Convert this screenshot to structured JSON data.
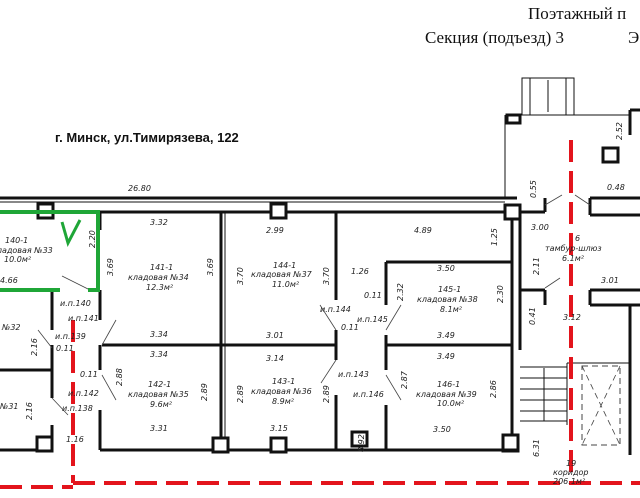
{
  "header": {
    "title": "Поэтажный п",
    "section": "Секция (подъезд)  3",
    "section_tail": "Э"
  },
  "address": "г. Минск, ул.Тимирязева, 122",
  "dims": {
    "overall": "26.80",
    "d220": "2.20",
    "d466": "4.66",
    "d369a": "3.69",
    "d369b": "3.69",
    "d332": "3.32",
    "d334a": "3.34",
    "d334b": "3.34",
    "d288": "2.88",
    "d289a": "2.89",
    "d331": "3.31",
    "d299": "2.99",
    "d370a": "3.70",
    "d370b": "3.70",
    "d301": "3.01",
    "d314": "3.14",
    "d289b": "2.89",
    "d289c": "2.89",
    "d315": "3.15",
    "d489": "4.89",
    "d125": "1.25",
    "d126": "1.26",
    "d011a": "0.11",
    "d011b": "0.11",
    "d011c": "0.11",
    "d011d": "0.11",
    "d350a": "3.50",
    "d232": "2.32",
    "d230": "2.30",
    "d349a": "3.49",
    "d349b": "3.49",
    "d287": "2.87",
    "d286": "2.86",
    "d350b": "3.50",
    "d892": "8.92",
    "d216a": "2.16",
    "d216b": "2.16",
    "d116": "1.16",
    "d252": "2.52",
    "d055": "0.55",
    "d048": "0.48",
    "d300": "3.00",
    "d211": "2.11",
    "d301b": "3.01",
    "d041": "0.41",
    "d312": "3.12",
    "d631": "6.31"
  },
  "openings": {
    "ip140": "и.п.140",
    "ip141": "и.п.141",
    "ip139": "и.п.139",
    "ip142": "и.п.142",
    "ip138": "и.п.138",
    "ip144": "и.п.144",
    "ip145": "и.п.145",
    "ip143": "и.п.143",
    "ip146": "и.п.146"
  },
  "rooms": {
    "r33": {
      "id": "140-1",
      "name": "кладовая №33",
      "area": "10.0м²"
    },
    "r34": {
      "id": "141-1",
      "name": "кладовая №34",
      "area": "12.3м²"
    },
    "r32": {
      "name": "№32"
    },
    "r31": {
      "name": "№31"
    },
    "r35": {
      "id": "142-1",
      "name": "кладовая №35",
      "area": "9.6м²"
    },
    "r37": {
      "id": "144-1",
      "name": "кладовая №37",
      "area": "11.0м²"
    },
    "r36": {
      "id": "143-1",
      "name": "кладовая №36",
      "area": "8.9м²"
    },
    "r38": {
      "id": "145-1",
      "name": "кладовая №38",
      "area": "8.1м²"
    },
    "r39": {
      "id": "146-1",
      "name": "кладовая №39",
      "area": "10.0м²"
    },
    "vestibule": {
      "id": "6",
      "name": "тамбур-шлюз",
      "area": "6.1м²"
    },
    "corridor": {
      "id": "19",
      "name": "коридор",
      "area": "206.1м²"
    }
  },
  "colors": {
    "wall": "#111111",
    "highlight": "#1fa637",
    "boundary": "#e3141c"
  }
}
